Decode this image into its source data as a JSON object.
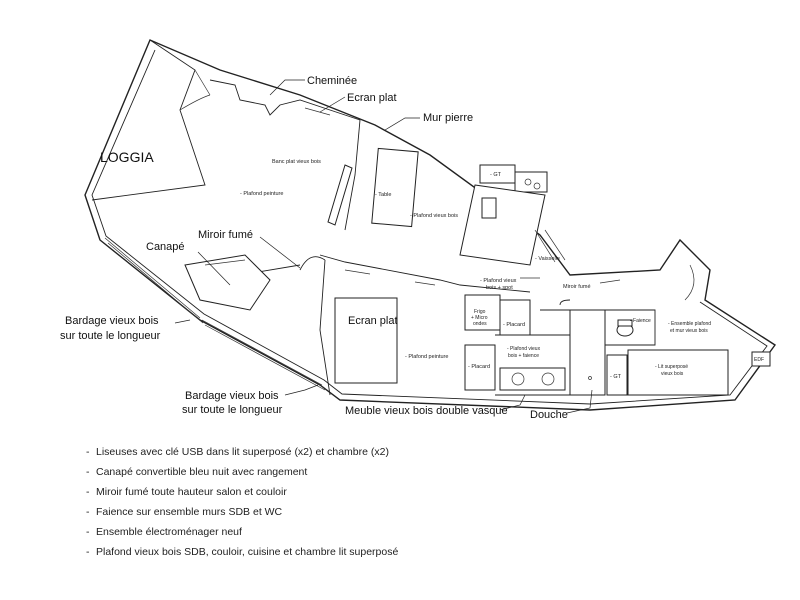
{
  "rooms": {
    "loggia": "LOGGIA"
  },
  "labels": {
    "cheminee": "Cheminée",
    "ecran_plat_top": "Ecran plat",
    "mur_pierre": "Mur pierre",
    "miroir_fume": "Miroir fumé",
    "canape": "Canapé",
    "bardage_1_line1": "Bardage vieux bois",
    "bardage_1_line2": "sur toute le longueur",
    "bardage_2_line1": "Bardage vieux bois",
    "bardage_2_line2": "sur toute le longueur",
    "ecran_plat_bottom": "Ecran plat",
    "meuble_vasque": "Meuble vieux bois double vasque",
    "douche": "Douche"
  },
  "small_labels": {
    "banc": "Banc plat vieux bois",
    "plafond_peinture_1": "- Plafond peinture",
    "table": "- Table",
    "plafond_vieux_bois": "- Plafond vieux bois",
    "gt_1": "- GT",
    "vaisselle": "- Vaisselle",
    "plafond_vieux_bois_spot_1": "- Plafond vieux",
    "plafond_vieux_bois_spot_2": "bois + spot",
    "miroir_fume_small": "Miroir fumé",
    "frigo_1": "Frigo",
    "frigo_2": "+ Micro",
    "frigo_3": "ondes",
    "placard_1": "- Placard",
    "plafond_peinture_2": "- Plafond peinture",
    "placard_2": "- Placard",
    "pvb_faience_1": "- Plafond vieux",
    "pvb_faience_2": "bois + faience",
    "gt_2": "- GT",
    "faience": "- Faience",
    "ensemble_1": "- Ensemble plafond",
    "ensemble_2": "et mur vieux bois",
    "lit_1": "- Lit superposé",
    "lit_2": "vieux bois",
    "edf": "EDF"
  },
  "notes": [
    "Liseuses avec clé USB dans lit superposé (x2)  et chambre (x2)",
    "Canapé convertible bleu nuit avec rangement",
    "Miroir fumé toute hauteur salon et couloir",
    "Faience sur ensemble murs SDB et WC",
    "Ensemble électroménager neuf",
    "Plafond vieux bois SDB, couloir, cuisine et chambre lit superposé"
  ]
}
